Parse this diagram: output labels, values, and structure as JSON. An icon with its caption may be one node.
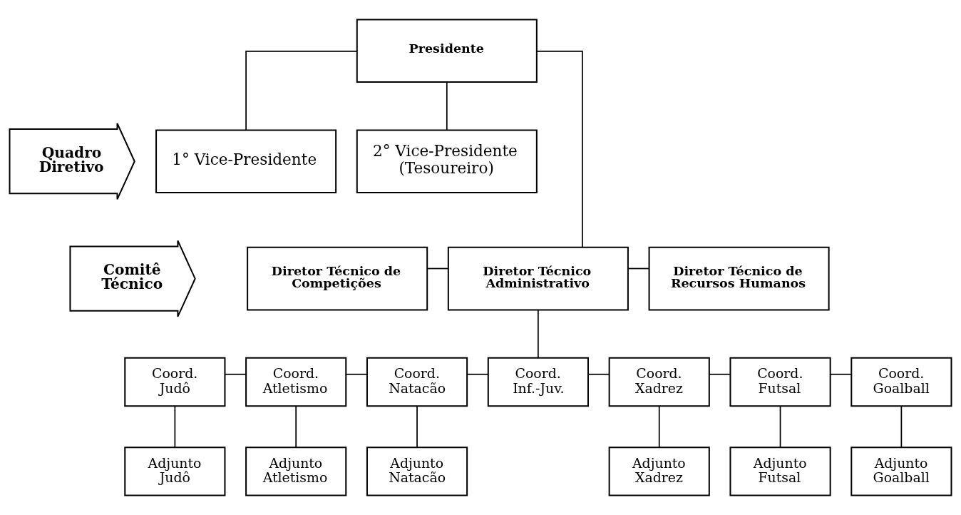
{
  "diagram": {
    "nodes": [
      {
        "text": [
          "Quadro Diretivo"
        ]
      },
      {
        "text": [
          "Presidente"
        ]
      },
      {
        "text": [
          "1° Vice-Presidente"
        ]
      },
      {
        "text": [
          "2° Vice-Presidente (Tesoureiro)"
        ]
      },
      {
        "text": [
          "Comitê Técnico"
        ]
      },
      {
        "text": [
          "Diretor Técnico de Competições"
        ]
      },
      {
        "text": [
          "Diretor Técnico Administrativo"
        ]
      },
      {
        "text": [
          "Diretor Técnico de Recursos Humanos"
        ]
      },
      {
        "text": [
          "Coord. Judô"
        ]
      },
      {
        "text": [
          "Coord. Atletismo"
        ]
      },
      {
        "text": [
          "Coord. Natacão"
        ]
      },
      {
        "text": [
          "Coord. Inf.-Juv."
        ]
      },
      {
        "text": [
          "Coord. Xadrez"
        ]
      },
      {
        "text": [
          "Coord. Futsal"
        ]
      },
      {
        "text": [
          "Coord. Goalball"
        ]
      },
      {
        "text": [
          "Adjunto Judô"
        ]
      },
      {
        "text": [
          "Adjunto Atletismo"
        ]
      },
      {
        "text": [
          "Adjunto Natacão"
        ]
      },
      {
        "text": [
          "Adjunto Xadrez"
        ]
      },
      {
        "text": [
          "Adjunto Futsal"
        ]
      },
      {
        "text": [
          "Adjunto Goalball"
        ]
      }
    ],
    "edges": [
      {
        "from": 1,
        "to": 2,
        "arrow": "none"
      },
      {
        "from": 1,
        "to": 3,
        "arrow": "none"
      },
      {
        "from": 1,
        "to": 6,
        "arrow": "none"
      },
      {
        "from": 5,
        "to": 6,
        "arrow": "none"
      },
      {
        "from": 6,
        "to": 7,
        "arrow": "none"
      },
      {
        "from": 6,
        "to": 11,
        "arrow": "none"
      },
      {
        "from": 8,
        "to": 9,
        "arrow": "none"
      },
      {
        "from": 9,
        "to": 10,
        "arrow": "none"
      },
      {
        "from": 10,
        "to": 11,
        "arrow": "none"
      },
      {
        "from": 11,
        "to": 12,
        "arrow": "none"
      },
      {
        "from": 12,
        "to": 13,
        "arrow": "none"
      },
      {
        "from": 13,
        "to": 14,
        "arrow": "none"
      },
      {
        "from": 8,
        "to": 15,
        "arrow": "none"
      },
      {
        "from": 9,
        "to": 16,
        "arrow": "none"
      },
      {
        "from": 10,
        "to": 17,
        "arrow": "none"
      },
      {
        "from": 12,
        "to": 18,
        "arrow": "none"
      },
      {
        "from": 13,
        "to": 19,
        "arrow": "none"
      },
      {
        "from": 14,
        "to": 20,
        "arrow": "none"
      }
    ]
  }
}
